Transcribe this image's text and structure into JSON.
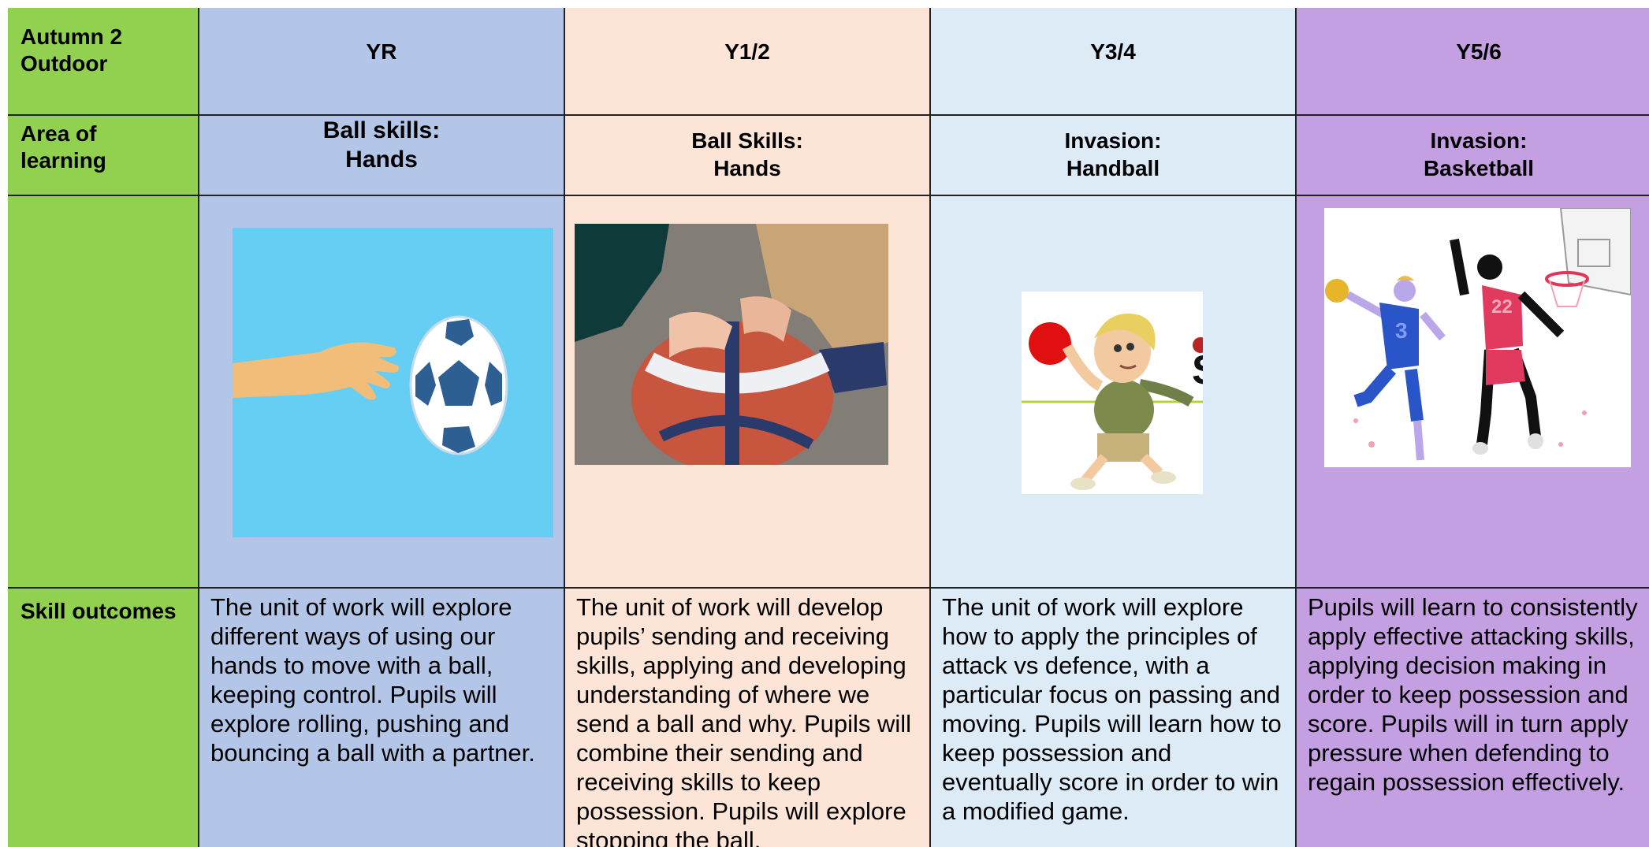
{
  "table": {
    "corner": "Autumn 2\nOutdoor",
    "columns": [
      "YR",
      "Y1/2",
      "Y3/4",
      "Y5/6"
    ],
    "row_labels": {
      "area": "Area of\nlearning",
      "skills": "Skill outcomes"
    },
    "areas": [
      "Ball skills:\nHands",
      "Ball Skills:\nHands",
      "Invasion:\nHandball",
      "Invasion:\nBasketball"
    ],
    "skills": [
      "The unit of work will explore different ways of using our hands to move with a ball, keeping control. Pupils will explore rolling, pushing and bouncing a ball with a partner.",
      "The unit of work will develop pupils’ sending and receiving skills, applying and developing understanding of where we send a ball and why. Pupils will combine their sending and receiving skills to keep possession. Pupils will explore stopping the ball.",
      "The unit of work will explore how to apply the principles of attack vs defence, with a particular focus on passing and moving. Pupils will learn how to keep possession and eventually score in order to win a modified game.",
      "Pupils will learn to consistently apply effective attacking skills, applying decision making in order to keep possession and score. Pupils will in turn apply pressure when defending to regain possession effectively."
    ],
    "image_label_text": "S",
    "jersey_numbers": [
      "3",
      "22"
    ]
  },
  "colors": {
    "label_col": "#92d050",
    "yr": "#b4c6e7",
    "y12": "#fce4d6",
    "y34": "#ddebf7",
    "y56": "#c4a0e3"
  }
}
